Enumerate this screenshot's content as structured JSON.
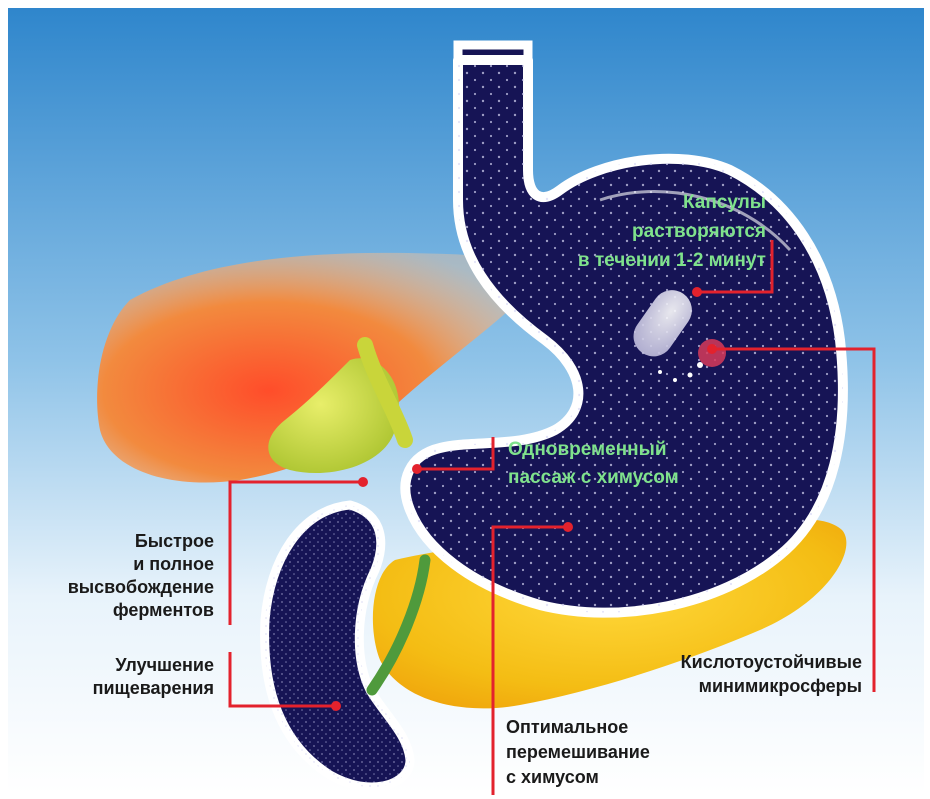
{
  "colors": {
    "bg_top": "#2f86cc",
    "bg_bottom": "#ffffff",
    "stomach_fill": "#161455",
    "stomach_outline": "#ffffff",
    "pancreas": "#f2c21d",
    "liver": "#ee6a35",
    "gallbladder": "#c9d53a",
    "duct": "#4f9a3c",
    "leader_lines": "#e3222d",
    "label_dark": "#1a1a1a",
    "label_green": "#7fe28c"
  },
  "labels": {
    "capsules": [
      "Капсулы",
      "растворяются",
      "в течении 1-2 минут"
    ],
    "passage": [
      "Одновременный",
      "пассаж с химусом"
    ],
    "release": [
      "Быстрое",
      "и полное",
      "высвобождение",
      "ферментов"
    ],
    "digestion": [
      "Улучшение",
      "пищеварения"
    ],
    "acid": [
      "Кислотоустойчивые",
      "минимикросферы"
    ],
    "mixing": [
      "Оптимальное",
      "перемешивание",
      "с химусом"
    ]
  }
}
